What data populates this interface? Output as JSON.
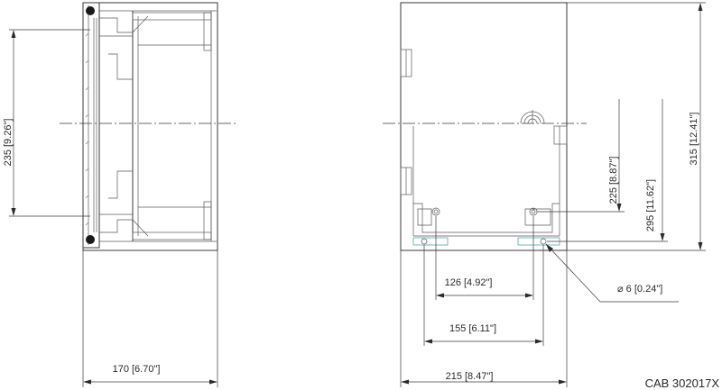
{
  "dimensions": {
    "side_height": "235 [9.26\"]",
    "side_width": "170 [6.70\"]",
    "front_width": "215 [8.47\"]",
    "front_height": "315 [12.41\"]",
    "hole_spacing_inner": "126 [4.92\"]",
    "hole_spacing_outer": "155 [6.11\"]",
    "hole_vertical_inner": "225 [8.87\"]",
    "hole_vertical_outer": "295 [11.62\"]",
    "hole_diameter": "⌀ 6 [0.24\"]"
  },
  "drawing_code": "CAB 302017X",
  "colors": {
    "line": "#3a3a3a",
    "accent_teal": "#5aa9a9"
  }
}
